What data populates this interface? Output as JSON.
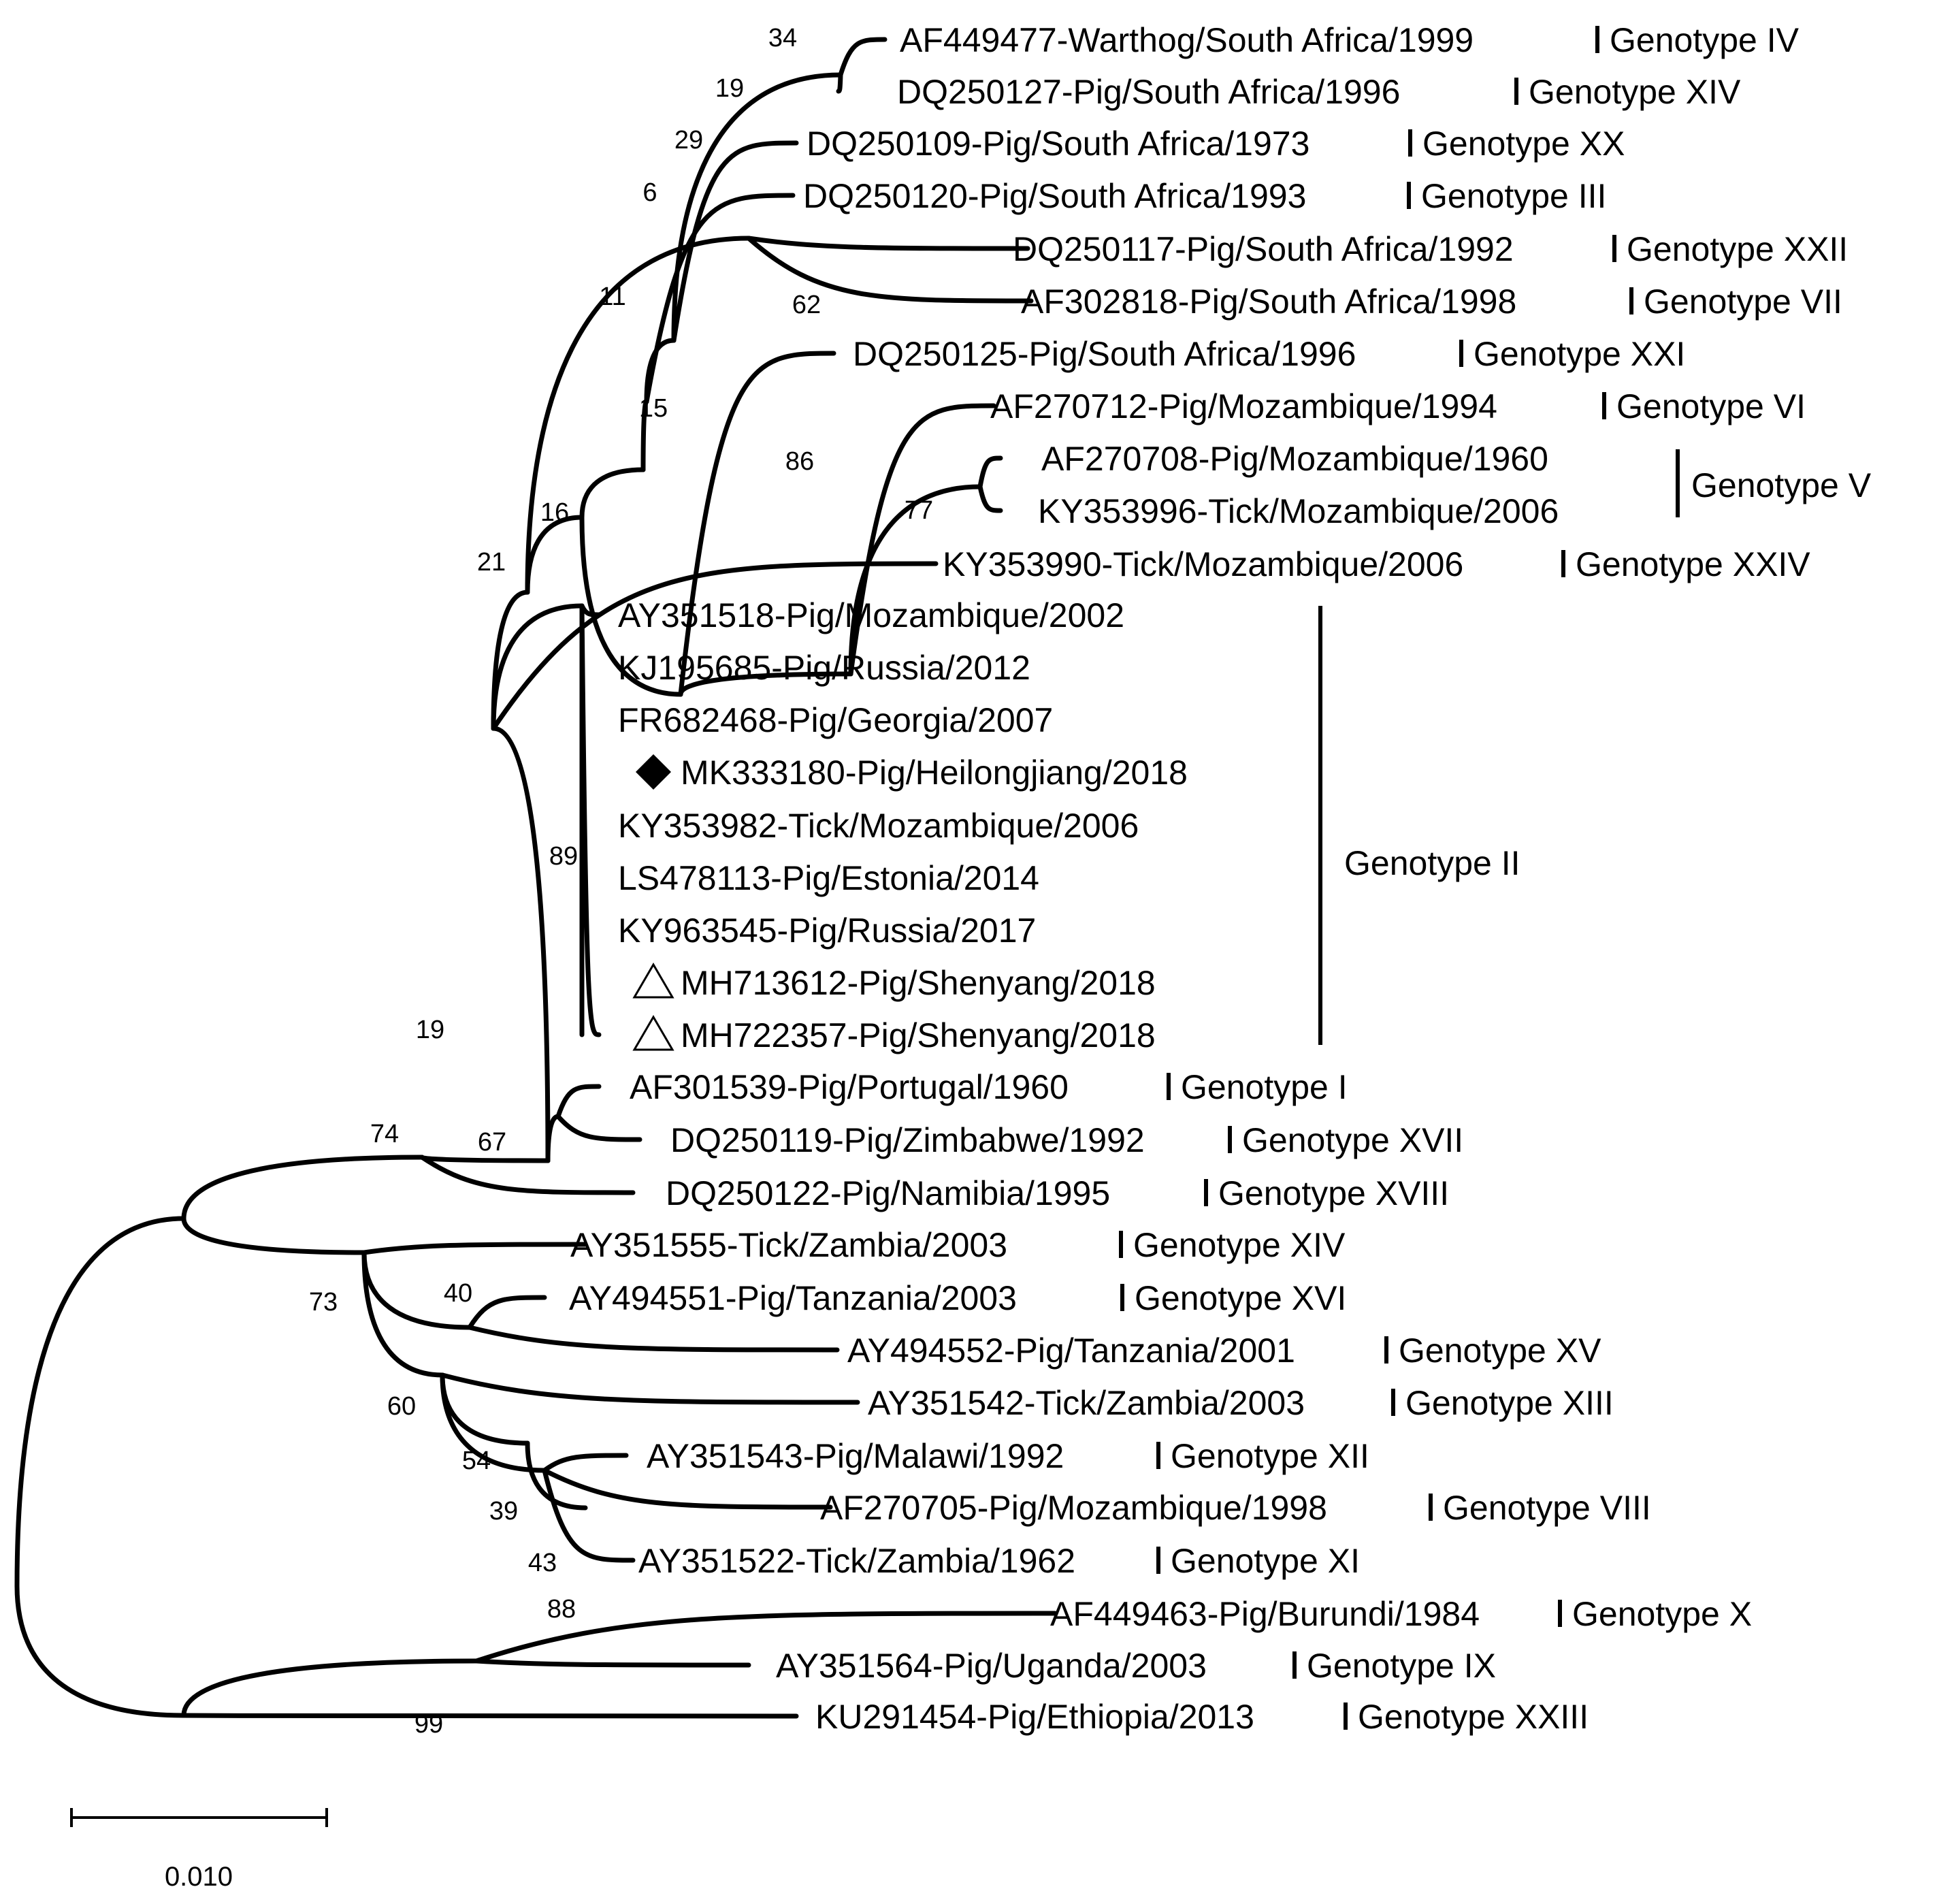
{
  "taxa": [
    {
      "label": "AF449477-Warthog/South Africa/1999",
      "genotype": "Genotype IV"
    },
    {
      "label": "DQ250127-Pig/South Africa/1996",
      "genotype": "Genotype XIV"
    },
    {
      "label": "DQ250109-Pig/South Africa/1973",
      "genotype": "Genotype XX"
    },
    {
      "label": "DQ250120-Pig/South Africa/1993",
      "genotype": "Genotype III"
    },
    {
      "label": "DQ250117-Pig/South Africa/1992",
      "genotype": "Genotype XXII"
    },
    {
      "label": "AF302818-Pig/South Africa/1998",
      "genotype": "Genotype VII"
    },
    {
      "label": "DQ250125-Pig/South Africa/1996",
      "genotype": "Genotype XXI"
    },
    {
      "label": "AF270712-Pig/Mozambique/1994",
      "genotype": "Genotype VI"
    },
    {
      "label": "AF270708-Pig/Mozambique/1960",
      "genotype": ""
    },
    {
      "label": "KY353996-Tick/Mozambique/2006",
      "genotype": ""
    },
    {
      "label": "KY353990-Tick/Mozambique/2006",
      "genotype": "Genotype XXIV"
    },
    {
      "label": "AY351518-Pig/Mozambique/2002",
      "genotype": ""
    },
    {
      "label": "KJ195685-Pig/Russia/2012",
      "genotype": ""
    },
    {
      "label": "FR682468-Pig/Georgia/2007",
      "genotype": ""
    },
    {
      "label": "MK333180-Pig/Heilongjiang/2018",
      "genotype": "",
      "marker": "diamond"
    },
    {
      "label": "KY353982-Tick/Mozambique/2006",
      "genotype": ""
    },
    {
      "label": "LS478113-Pig/Estonia/2014",
      "genotype": ""
    },
    {
      "label": "KY963545-Pig/Russia/2017",
      "genotype": ""
    },
    {
      "label": "MH713612-Pig/Shenyang/2018",
      "genotype": "",
      "marker": "triangle"
    },
    {
      "label": "MH722357-Pig/Shenyang/2018",
      "genotype": "",
      "marker": "triangle"
    },
    {
      "label": "AF301539-Pig/Portugal/1960",
      "genotype": "Genotype I"
    },
    {
      "label": "DQ250119-Pig/Zimbabwe/1992",
      "genotype": "Genotype XVII"
    },
    {
      "label": "DQ250122-Pig/Namibia/1995",
      "genotype": "Genotype XVIII"
    },
    {
      "label": "AY351555-Tick/Zambia/2003",
      "genotype": "Genotype XIV"
    },
    {
      "label": "AY494551-Pig/Tanzania/2003",
      "genotype": "Genotype XVI"
    },
    {
      "label": "AY494552-Pig/Tanzania/2001",
      "genotype": "Genotype XV"
    },
    {
      "label": "AY351542-Tick/Zambia/2003",
      "genotype": "Genotype XIII"
    },
    {
      "label": "AY351543-Pig/Malawi/1992",
      "genotype": "Genotype XII"
    },
    {
      "label": "AF270705-Pig/Mozambique/1998",
      "genotype": "Genotype VIII"
    },
    {
      "label": "AY351522-Tick/Zambia/1962",
      "genotype": "Genotype XI"
    },
    {
      "label": "AF449463-Pig/Burundi/1984",
      "genotype": "Genotype X"
    },
    {
      "label": "AY351564-Pig/Uganda/2003",
      "genotype": "Genotype IX"
    },
    {
      "label": "KU291454-Pig/Ethiopia/2013",
      "genotype": "Genotype XXIII"
    }
  ],
  "group_labels": {
    "genotype_v": "Genotype V",
    "genotype_ii": "Genotype II"
  },
  "bootstrap_values": [
    "34",
    "19",
    "29",
    "6",
    "62",
    "11",
    "15",
    "86",
    "77",
    "16",
    "21",
    "89",
    "19",
    "74",
    "67",
    "73",
    "40",
    "60",
    "54",
    "39",
    "43",
    "88",
    "99"
  ],
  "scale_bar": {
    "label": "0.010"
  }
}
